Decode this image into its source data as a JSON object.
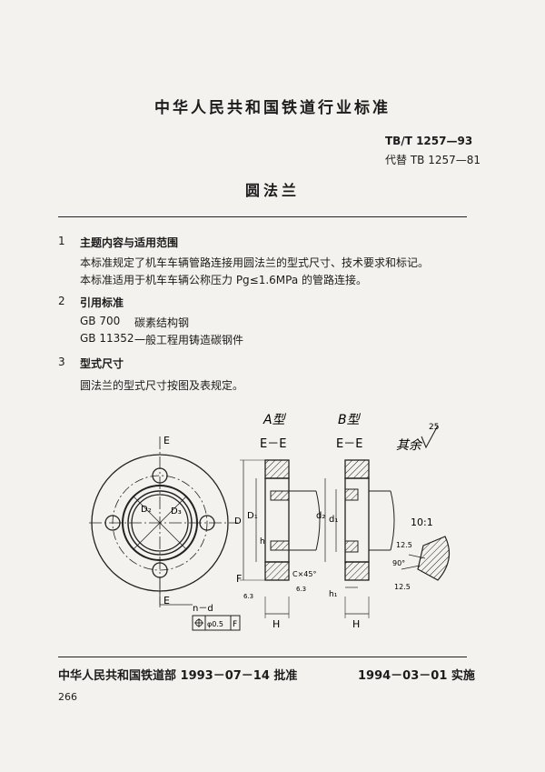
{
  "header": {
    "organization": "中华人民共和国铁道行业标准",
    "standard_number": "TB/T 1257—93",
    "replaces": "代替 TB 1257—81",
    "title": "圆法兰"
  },
  "sections": [
    {
      "number": "1",
      "heading": "主题内容与适用范围",
      "paragraphs": [
        "本标准规定了机车车辆管路连接用圆法兰的型式尺寸、技术要求和标记。",
        "本标准适用于机车车辆公称压力 Pg≤1.6MPa 的管路连接。"
      ]
    },
    {
      "number": "2",
      "heading": "引用标准",
      "references": [
        {
          "code": "GB 700",
          "title": "碳素结构钢"
        },
        {
          "code": "GB 11352",
          "title": "一般工程用铸造碳钢件"
        }
      ]
    },
    {
      "number": "3",
      "heading": "型式尺寸",
      "paragraphs": [
        "圆法兰的型式尺寸按图及表规定。"
      ]
    }
  ],
  "drawing": {
    "type_a": "A型",
    "type_b": "B型",
    "section_a": "E－E",
    "section_b": "E－E",
    "surface_finish": "其余",
    "roughness": "25",
    "scale": "10:1",
    "chamfer": "C×45°",
    "labels": {
      "e": "E",
      "d2": "D₂",
      "d3": "D₃",
      "d": "D",
      "d1": "D₁",
      "d_lower": "d₁",
      "d2_lower": "d₂",
      "h": "h",
      "h1": "h₁",
      "big_h": "H",
      "f": "F",
      "nd": "n－d",
      "tolerance": "φ0.5",
      "f_ref": "F",
      "angle": "90°",
      "r1": "12.5",
      "r2": "12.5",
      "r3": "6.3",
      "r4": "6.3"
    }
  },
  "footer": {
    "approval": "中华人民共和国铁道部 1993－07－14 批准",
    "implementation": "1994－03－01 实施",
    "page": "266"
  }
}
